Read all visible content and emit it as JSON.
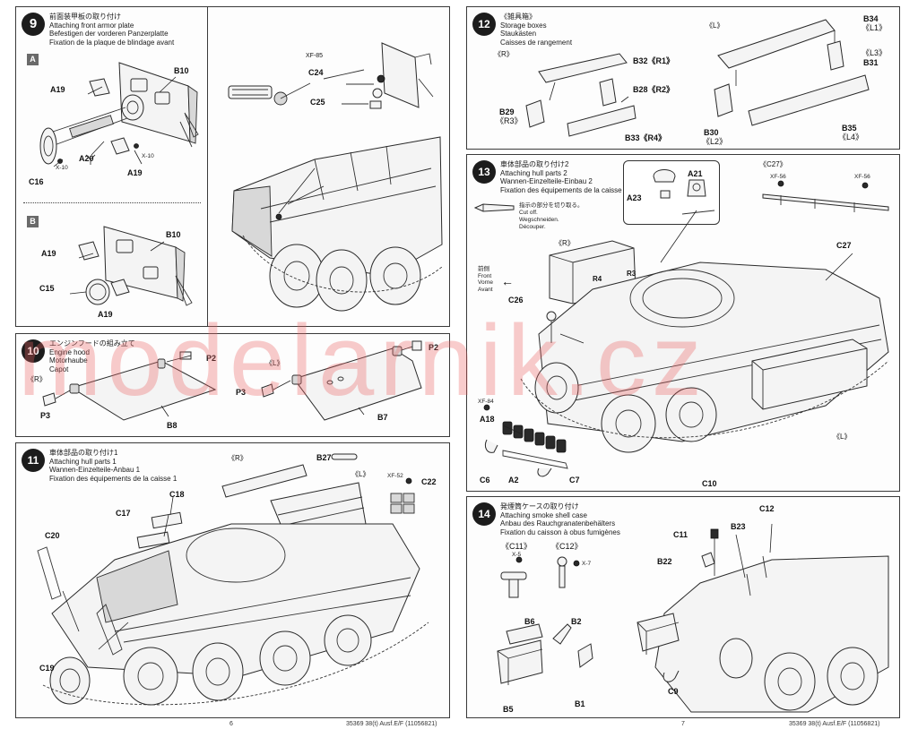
{
  "watermark": "modelarnik.cz",
  "footer": {
    "left_page": "6",
    "left_code": "35369 38(t) Ausf.E/F (11056821)",
    "right_page": "7",
    "right_code": "35369 38(t) Ausf.E/F (11056821)"
  },
  "steps": {
    "s9": {
      "number": "9",
      "title_jp": "前面装甲板の取り付け",
      "title_en": "Attaching front armor plate",
      "title_de": "Befestigen der vorderen Panzerplatte",
      "title_fr": "Fixation de la plaque de blindage avant",
      "variant_a": "A",
      "variant_b": "B",
      "parts_a": {
        "a19_top": "A19",
        "b10": "B10",
        "c16": "C16",
        "a20": "A20",
        "a19_bottom": "A19",
        "x10_a": "X-10",
        "x10_b": "X-10"
      },
      "parts_b": {
        "a19": "A19",
        "b10": "B10",
        "c15": "C15",
        "a19_bottom": "A19"
      },
      "parts_detail": {
        "xf85": "XF-85",
        "c24": "C24",
        "c25": "C25"
      }
    },
    "s10": {
      "number": "10",
      "title_jp": "エンジンフードの組み立て",
      "title_en": "Engine hood",
      "title_de": "Motorhaube",
      "title_fr": "Capot",
      "side_r": "《R》",
      "side_l": "《L》",
      "parts": {
        "p2_a": "P2",
        "p3_a": "P3",
        "b8": "B8",
        "p3_b": "P3",
        "p2_b": "P2",
        "b7": "B7"
      }
    },
    "s11": {
      "number": "11",
      "title_jp": "車体部品の取り付け1",
      "title_en": "Attaching hull parts 1",
      "title_de": "Wannen-Einzelteile-Anbau 1",
      "title_fr": "Fixation des équipements de la caisse 1",
      "side_r": "《R》",
      "side_l": "《L》",
      "parts": {
        "b27": "B27",
        "c22": "C22",
        "xf52": "XF-52",
        "c18": "C18",
        "c17": "C17",
        "c20": "C20",
        "c19": "C19"
      }
    },
    "s12": {
      "number": "12",
      "title_jp": "《雑具箱》",
      "title_en": "Storage boxes",
      "title_de": "Staukästen",
      "title_fr": "Caisses de rangement",
      "side_r": "《R》",
      "side_l": "《L》",
      "parts": {
        "b32": "B32《R1》",
        "b28": "B28《R2》",
        "b29": "B29",
        "r3": "《R3》",
        "b33": "B33《R4》",
        "b34": "B34",
        "l1": "《L1》",
        "l3": "《L3》",
        "b31": "B31",
        "b30": "B30",
        "l2": "《L2》",
        "b35": "B35",
        "l4": "《L4》"
      }
    },
    "s13": {
      "number": "13",
      "title_jp": "車体部品の取り付け2",
      "title_en": "Attaching hull parts 2",
      "title_de": "Wannen-Einzelteile-Einbau 2",
      "title_fr": "Fixation des équipements de la caisse 2",
      "cut_jp": "指示の部分を切り取る。",
      "cut_en": "Cut off.",
      "cut_de": "Wegschneiden.",
      "cut_fr": "Découper.",
      "front_jp": "前側",
      "front_en": "Front",
      "front_de": "Vorne",
      "front_fr": "Avant",
      "side_r": "《R》",
      "side_l": "《L》",
      "c27_tag": "《C27》",
      "parts": {
        "a21": "A21",
        "a23": "A23",
        "xf56_a": "XF-56",
        "xf56_b": "XF-56",
        "c27": "C27",
        "c26": "C26",
        "xf84": "XF-84",
        "a18": "A18",
        "c6": "C6",
        "a2": "A2",
        "c7": "C7",
        "c10": "C10",
        "r3_box": "R3",
        "r4_box": "R4"
      }
    },
    "s14": {
      "number": "14",
      "title_jp": "発煙筒ケースの取り付け",
      "title_en": "Attaching smoke shell case",
      "title_de": "Anbau des Rauchgranatenbehälters",
      "title_fr": "Fixation du caisson à obus fumigènes",
      "tag_c11": "《C11》",
      "tag_c12": "《C12》",
      "parts": {
        "x5": "X-5",
        "x7": "X-7",
        "b6": "B6",
        "b2": "B2",
        "b5": "B5",
        "b1": "B1",
        "c11": "C11",
        "c12": "C12",
        "b22": "B22",
        "b23": "B23",
        "c9": "C9"
      }
    }
  }
}
